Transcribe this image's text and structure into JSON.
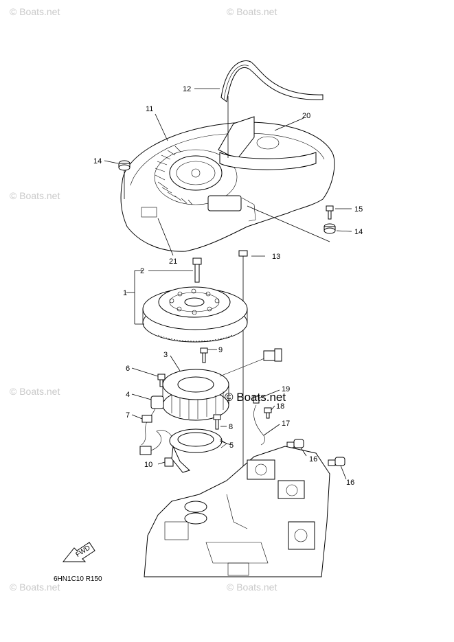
{
  "watermark": {
    "text": "© Boats.net",
    "center_text": "© Boats.net"
  },
  "callouts": {
    "c1": "1",
    "c2": "2",
    "c3": "3",
    "c4": "4",
    "c5": "5",
    "c6": "6",
    "c7": "7",
    "c8": "8",
    "c9": "9",
    "c10": "10",
    "c11": "11",
    "c12": "12",
    "c13": "13",
    "c14a": "14",
    "c14b": "14",
    "c15": "15",
    "c16a": "16",
    "c16b": "16",
    "c17": "17",
    "c18": "18",
    "c19": "19",
    "c20": "20",
    "c21": "21"
  },
  "fwd_label": "FWD",
  "diagram_code": "6HN1C10 R150"
}
